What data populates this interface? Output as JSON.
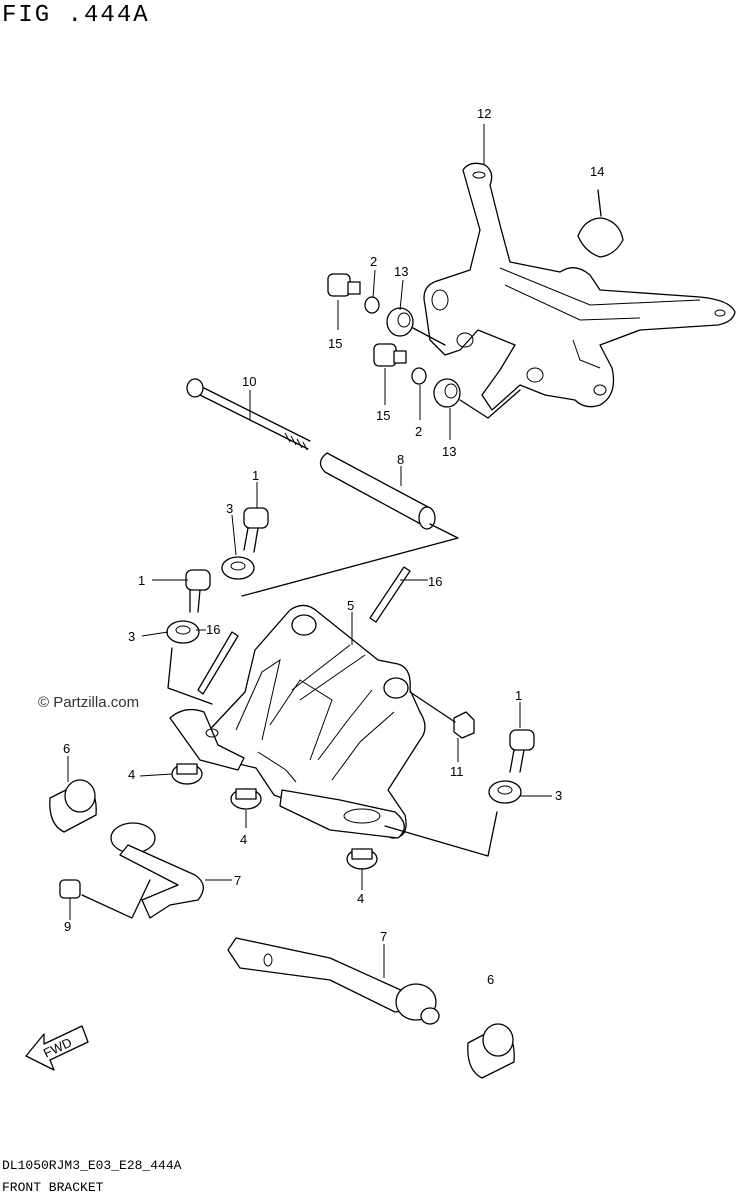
{
  "figure_title": "FIG .444A",
  "watermark": "© Partzilla.com",
  "footer": {
    "model_code": "DL1050RJM3_E03_E28_444A",
    "section_name": "FRONT BRACKET"
  },
  "fwd_label": "FWD",
  "callouts": [
    "12",
    "14",
    "2",
    "13",
    "15",
    "15",
    "2",
    "13",
    "10",
    "8",
    "1",
    "3",
    "1",
    "16",
    "5",
    "3",
    "16",
    "1",
    "6",
    "11",
    "4",
    "4",
    "3",
    "7",
    "4",
    "9",
    "7",
    "6"
  ]
}
